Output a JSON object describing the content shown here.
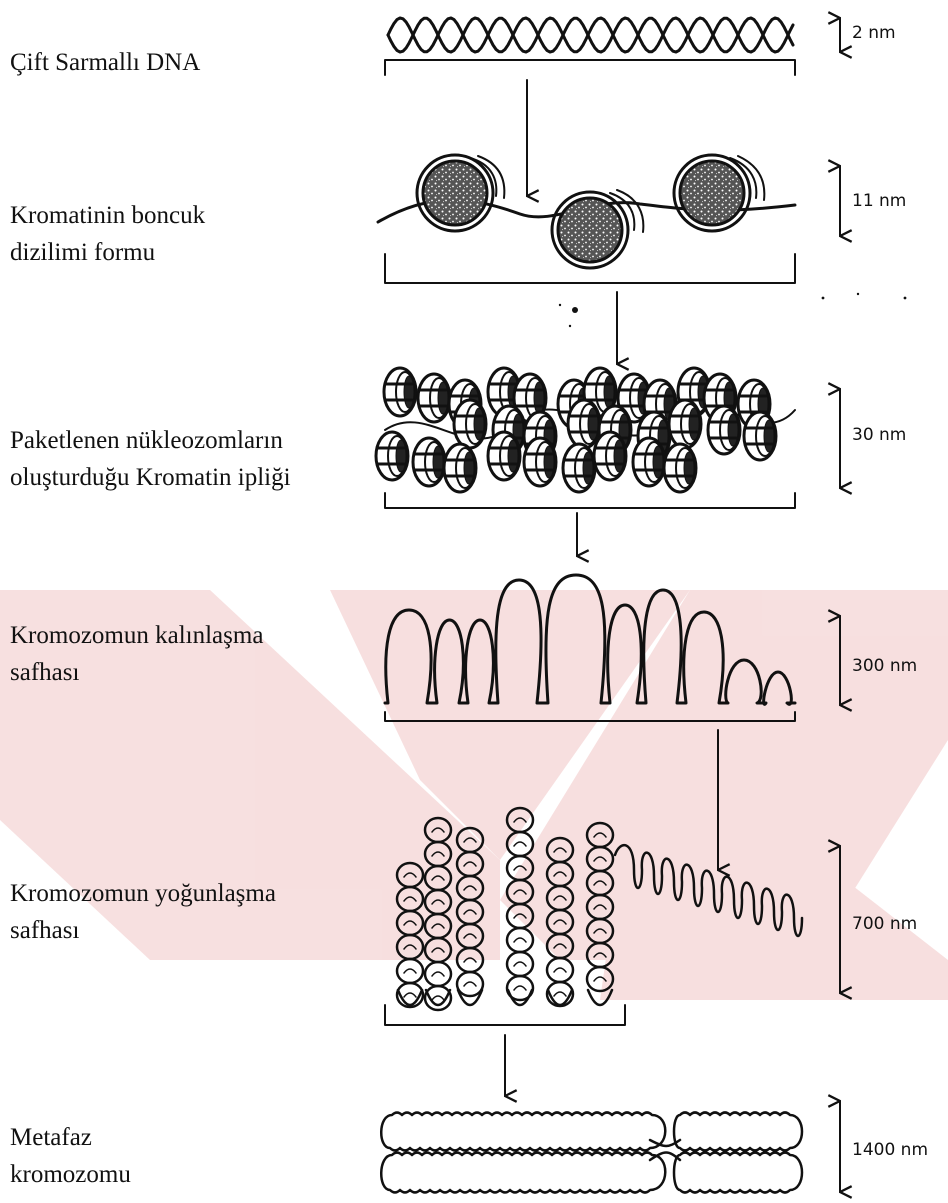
{
  "stages": [
    {
      "id": "dna",
      "label_lines": [
        "Çift Sarmallı DNA"
      ],
      "scale": "2 nm"
    },
    {
      "id": "beads",
      "label_lines": [
        "Kromatinin boncuk",
        "dizilimi formu"
      ],
      "scale": "11 nm"
    },
    {
      "id": "fiber",
      "label_lines": [
        "Paketlenen nükleozomların",
        "oluşturduğu Kromatin ipliği"
      ],
      "scale": "30 nm"
    },
    {
      "id": "loops",
      "label_lines": [
        "Kromozomun kalınlaşma",
        "safhası"
      ],
      "scale": "300 nm"
    },
    {
      "id": "condensed",
      "label_lines": [
        "Kromozomun yoğunlaşma",
        "safhası"
      ],
      "scale": "700 nm"
    },
    {
      "id": "metaphase",
      "label_lines": [
        "Metafaz",
        "kromozomu"
      ],
      "scale": "1400 nm"
    }
  ],
  "watermark_color": "#f1c6c6"
}
